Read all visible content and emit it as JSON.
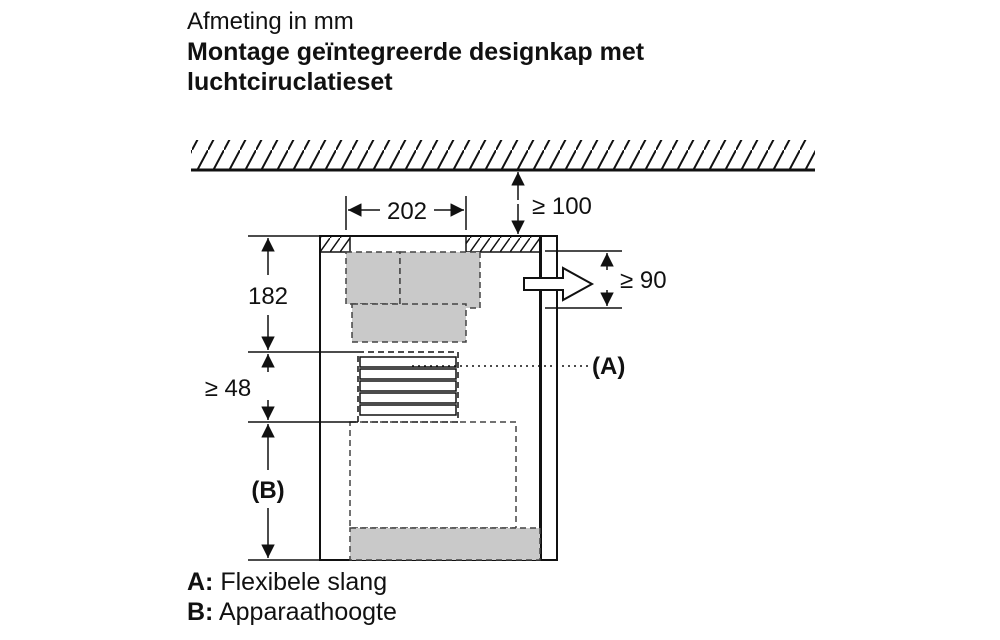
{
  "header": {
    "subtitle": "Afmeting in mm",
    "title_line1": "Montage geïntegreerde designkap met",
    "title_line2": "luchtciruclatieset"
  },
  "dimensions": {
    "width_duct": "202",
    "ceiling_clearance": "≥ 100",
    "outlet_clearance": "≥ 90",
    "upper_height": "182",
    "hose_height": "≥ 48",
    "appliance_height": "(B)"
  },
  "callouts": {
    "hose": "(A)"
  },
  "legend": [
    {
      "key": "A:",
      "text": "Flexibele slang"
    },
    {
      "key": "B:",
      "text": "Apparaathoogte"
    }
  ]
}
